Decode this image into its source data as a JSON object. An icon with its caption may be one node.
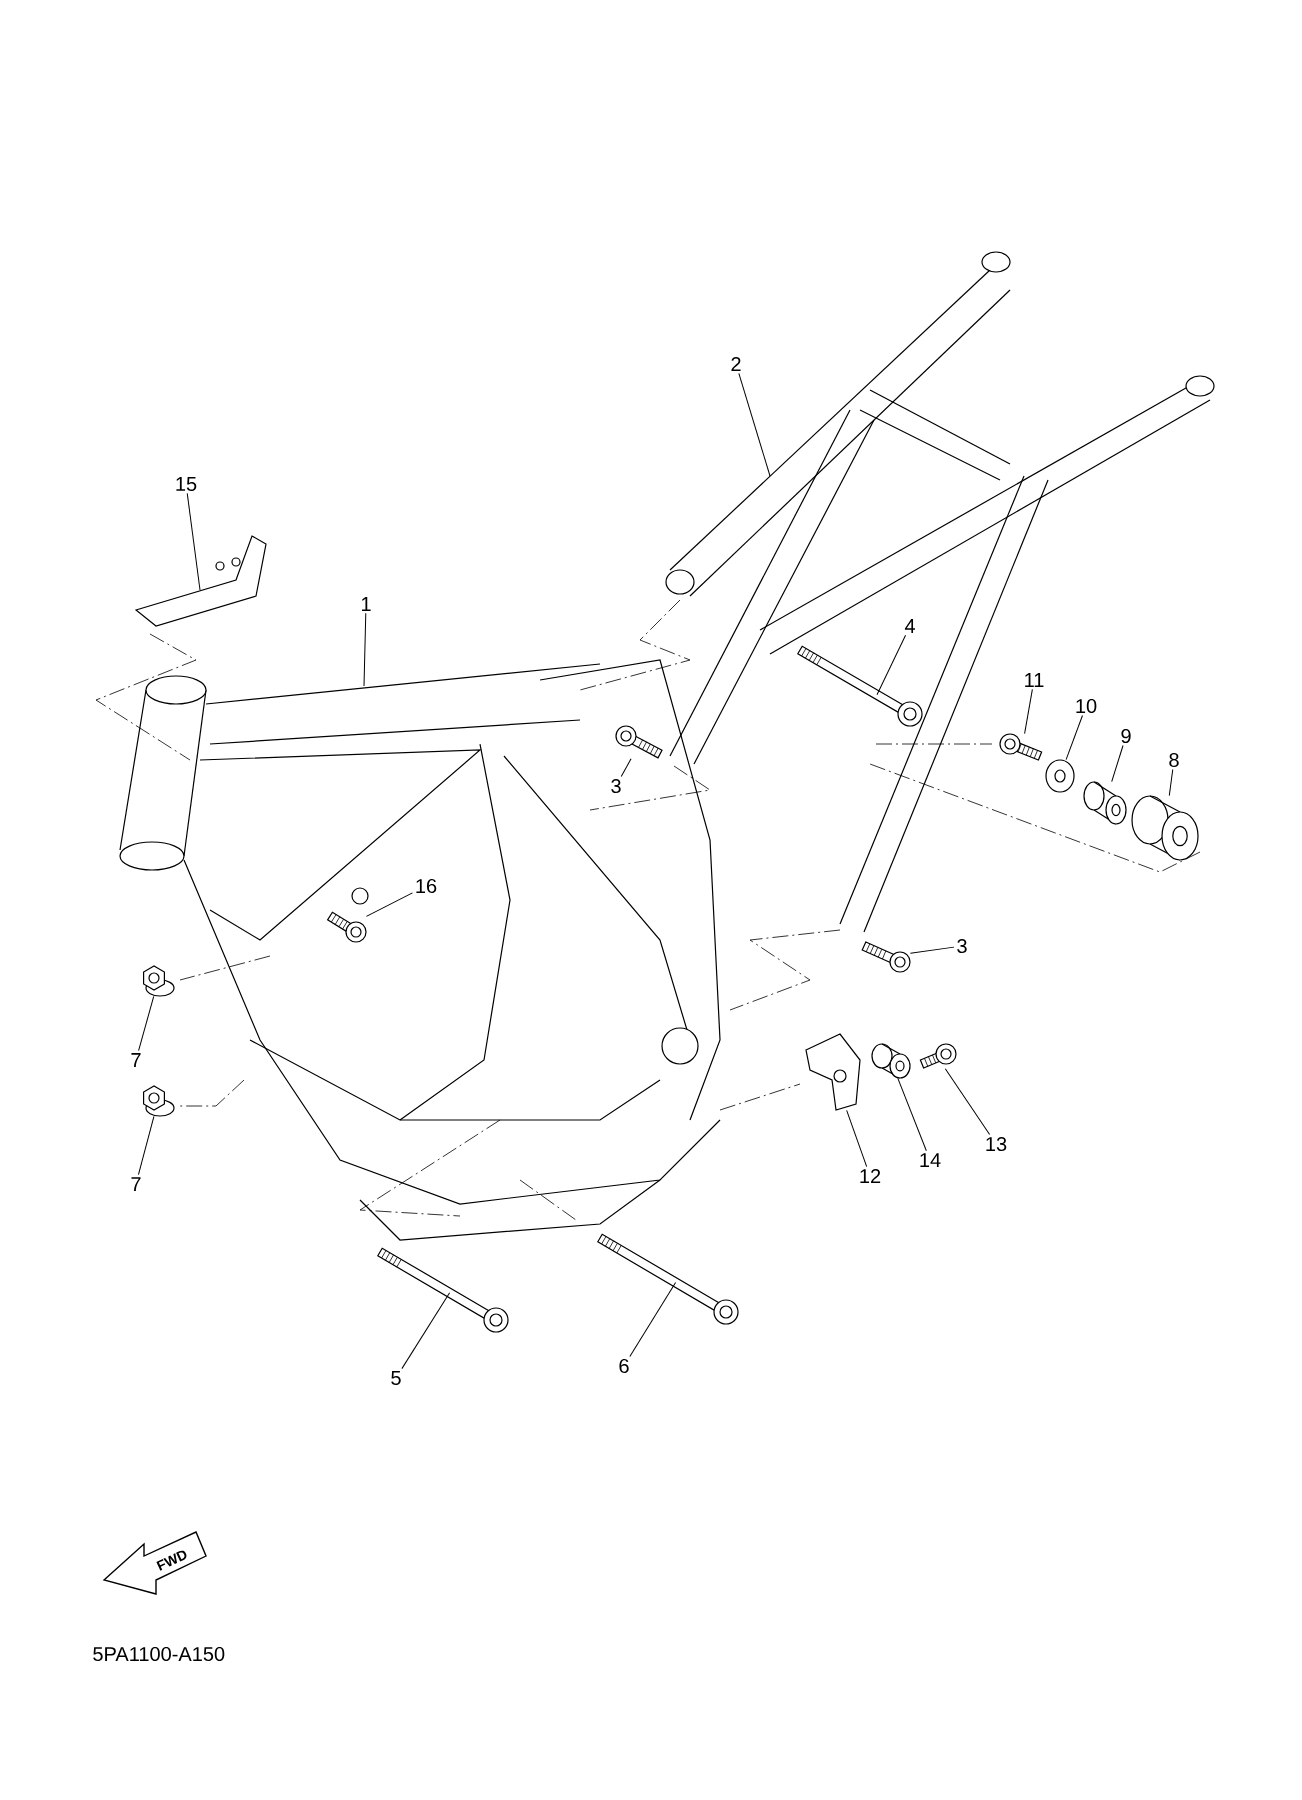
{
  "diagram": {
    "nodes": [
      {
        "text": [
          "15"
        ]
      },
      {
        "text": [],
        "shape": "picture"
      },
      {
        "text": [
          "1"
        ]
      },
      {
        "text": [
          "2"
        ]
      },
      {
        "text": [
          "4"
        ]
      },
      {
        "text": [],
        "shape": "picture"
      },
      {
        "text": [
          "3"
        ]
      },
      {
        "text": [],
        "shape": "picture"
      },
      {
        "text": [
          "11"
        ]
      },
      {
        "text": [],
        "shape": "picture"
      },
      {
        "text": [
          "10"
        ]
      },
      {
        "text": [],
        "shape": "picture"
      },
      {
        "text": [
          "9"
        ]
      },
      {
        "text": [],
        "shape": "picture"
      },
      {
        "text": [
          "8"
        ]
      },
      {
        "text": [],
        "shape": "picture"
      },
      {
        "text": [
          "16"
        ]
      },
      {
        "text": [],
        "shape": "picture"
      },
      {
        "text": [
          "3"
        ]
      },
      {
        "text": [],
        "shape": "picture"
      },
      {
        "text": [
          "7"
        ]
      },
      {
        "text": [],
        "shape": "picture"
      },
      {
        "text": [
          "7"
        ]
      },
      {
        "text": [],
        "shape": "picture"
      },
      {
        "text": [
          "12"
        ]
      },
      {
        "text": [],
        "shape": "picture"
      },
      {
        "text": [
          "14"
        ]
      },
      {
        "text": [],
        "shape": "picture"
      },
      {
        "text": [
          "13"
        ]
      },
      {
        "text": [],
        "shape": "picture"
      },
      {
        "text": [
          "5"
        ]
      },
      {
        "text": [],
        "shape": "picture"
      },
      {
        "text": [
          "6"
        ]
      },
      {
        "text": [],
        "shape": "picture"
      }
    ],
    "edges": [
      {
        "from": 0,
        "to": 1,
        "arrow": "none"
      },
      {
        "from": 2,
        "to": null,
        "arrow": "none"
      },
      {
        "from": 3,
        "to": null,
        "arrow": "none"
      },
      {
        "from": 4,
        "to": 5,
        "arrow": "none"
      },
      {
        "from": 6,
        "to": 7,
        "arrow": "none"
      },
      {
        "from": 8,
        "to": 9,
        "arrow": "none"
      },
      {
        "from": 10,
        "to": 11,
        "arrow": "none"
      },
      {
        "from": 12,
        "to": 13,
        "arrow": "none"
      },
      {
        "from": 14,
        "to": 15,
        "arrow": "none"
      },
      {
        "from": 16,
        "to": 17,
        "arrow": "none"
      },
      {
        "from": 18,
        "to": 19,
        "arrow": "none"
      },
      {
        "from": 20,
        "to": 21,
        "arrow": "none"
      },
      {
        "from": 22,
        "to": 23,
        "arrow": "none"
      },
      {
        "from": 24,
        "to": 25,
        "arrow": "none"
      },
      {
        "from": 26,
        "to": 27,
        "arrow": "none"
      },
      {
        "from": 28,
        "to": 29,
        "arrow": "none"
      },
      {
        "from": 30,
        "to": 31,
        "arrow": "none"
      },
      {
        "from": 32,
        "to": 33,
        "arrow": "none"
      }
    ],
    "labels": [
      "FWD",
      "5PA1100-A150"
    ]
  }
}
